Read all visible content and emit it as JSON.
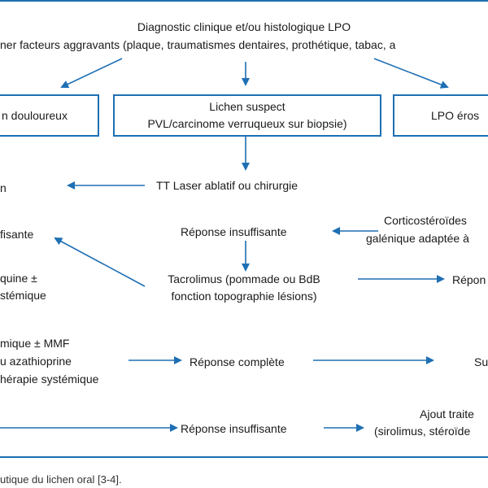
{
  "header": {
    "line1": "Diagnostic clinique et/ou histologique LPO",
    "line2": "ner facteurs aggravants (plaque, traumatismes dentaires, prothétique, tabac, a"
  },
  "boxes": {
    "left": "n douloureux",
    "center_line1": "Lichen suspect",
    "center_line2": "PVL/carcinome verruqueux sur biopsie)",
    "right": "LPO éros"
  },
  "nodes": {
    "laser": "TT Laser ablatif ou chirurgie",
    "left_n": "n",
    "left_fisante": "fisante",
    "reponse_insuffisante_1": "Réponse insuffisante",
    "cortico_line1": "Corticostéroïdes",
    "cortico_line2": "galénique adaptée à",
    "left_quine": "quine ±",
    "left_stemique": "stémique",
    "tacro_line1": "Tacrolimus (pommade ou BdB",
    "tacro_line2": "fonction topographie lésions)",
    "repon_right": "Répon",
    "left_mique": "mique ± MMF",
    "left_azathioprine": "u azathioprine",
    "left_therapie": "hérapie systémique",
    "reponse_complete": "Réponse complète",
    "su_right": "Su",
    "ajout_line1": "Ajout traite",
    "ajout_line2": "(sirolimus, stéroïde",
    "reponse_insuffisante_2": "Réponse insuffisante"
  },
  "caption": "utique du lichen oral [3-4].",
  "colors": {
    "accent": "#1e6fb3",
    "text": "#1a1a1a"
  }
}
